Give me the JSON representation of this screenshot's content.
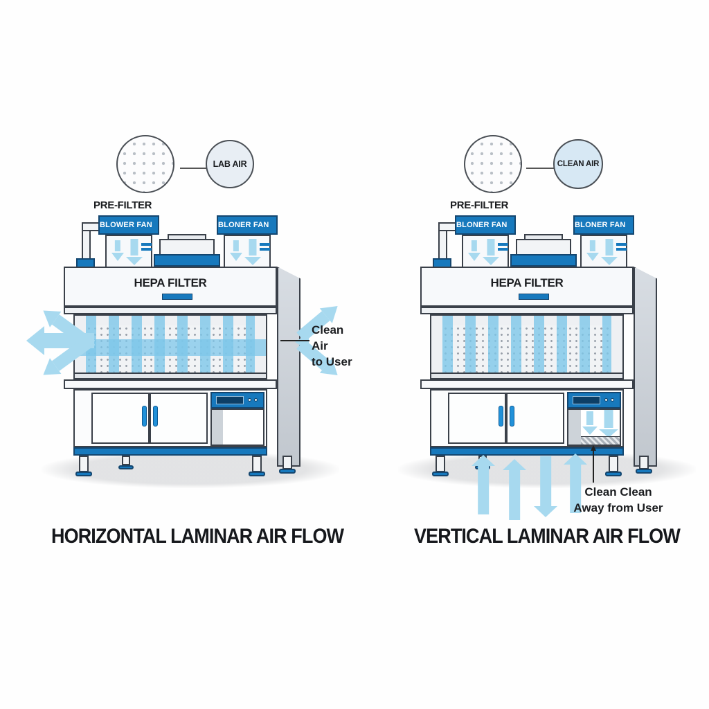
{
  "colors": {
    "accent_blue": "#1779bd",
    "light_blue_arrow": "#a7d9ef",
    "outline": "#3a4049"
  },
  "legend": [
    {
      "air_label": "LAB AIR"
    },
    {
      "air_label": "CLEAN AIR"
    }
  ],
  "diagrams": [
    {
      "title": "HORIZONTAL LAMINAR AIR FLOW",
      "pre_filter_label": "PRE-FILTER",
      "fan_left_label": "BLOWER FAN",
      "fan_right_label": "BLONER FAN",
      "hepa_label": "HEPA FILTER",
      "note_line1": "Clean Air",
      "note_line2": "to User"
    },
    {
      "title": "VERTICAL LAMINAR AIR FLOW",
      "pre_filter_label": "PRE-FILTER",
      "fan_left_label": "BLONER FAN",
      "fan_right_label": "BLONER FAN",
      "hepa_label": "HEPA FILTER",
      "note_line1": "Clean Clean",
      "note_line2": "Away from User"
    }
  ]
}
